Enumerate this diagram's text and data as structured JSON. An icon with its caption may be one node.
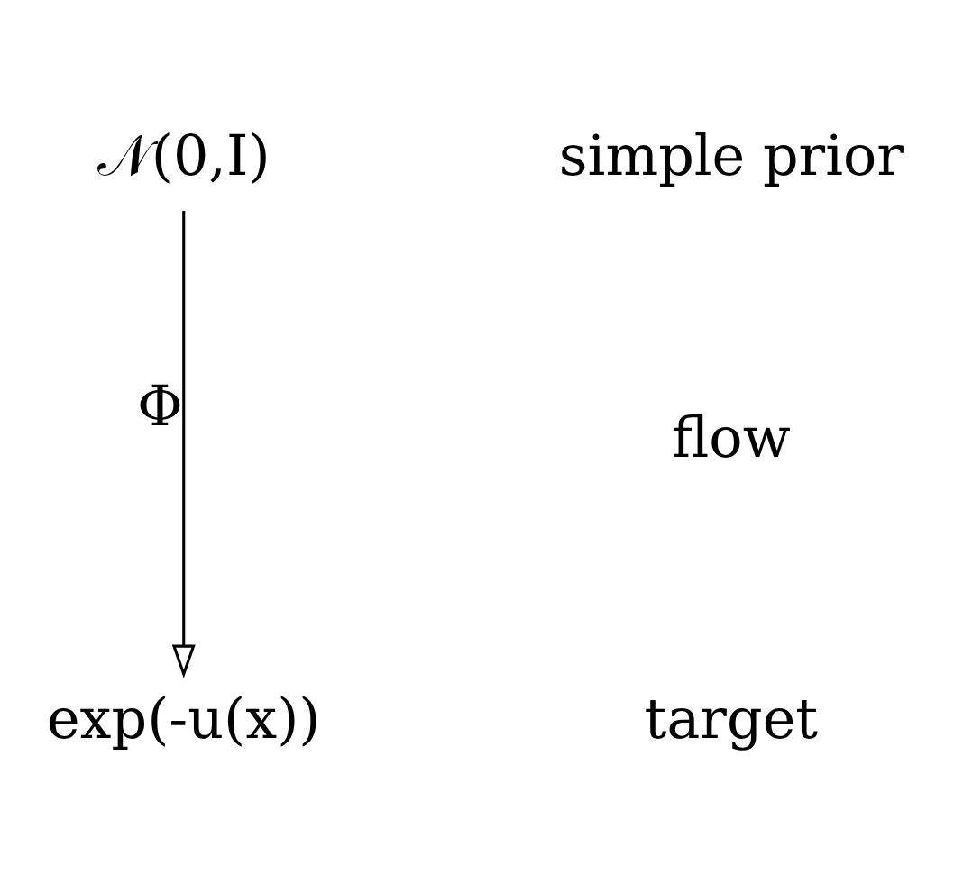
{
  "diagram": {
    "nodes": [
      {
        "text": [
          "𝒩(0,I)"
        ]
      },
      {
        "text": [
          "exp(-u(x))"
        ]
      }
    ],
    "edges": [
      {
        "from": 0,
        "to": 1,
        "arrow": "to",
        "label": "Φ"
      }
    ],
    "labels": [
      "simple prior",
      "flow",
      "target"
    ]
  }
}
